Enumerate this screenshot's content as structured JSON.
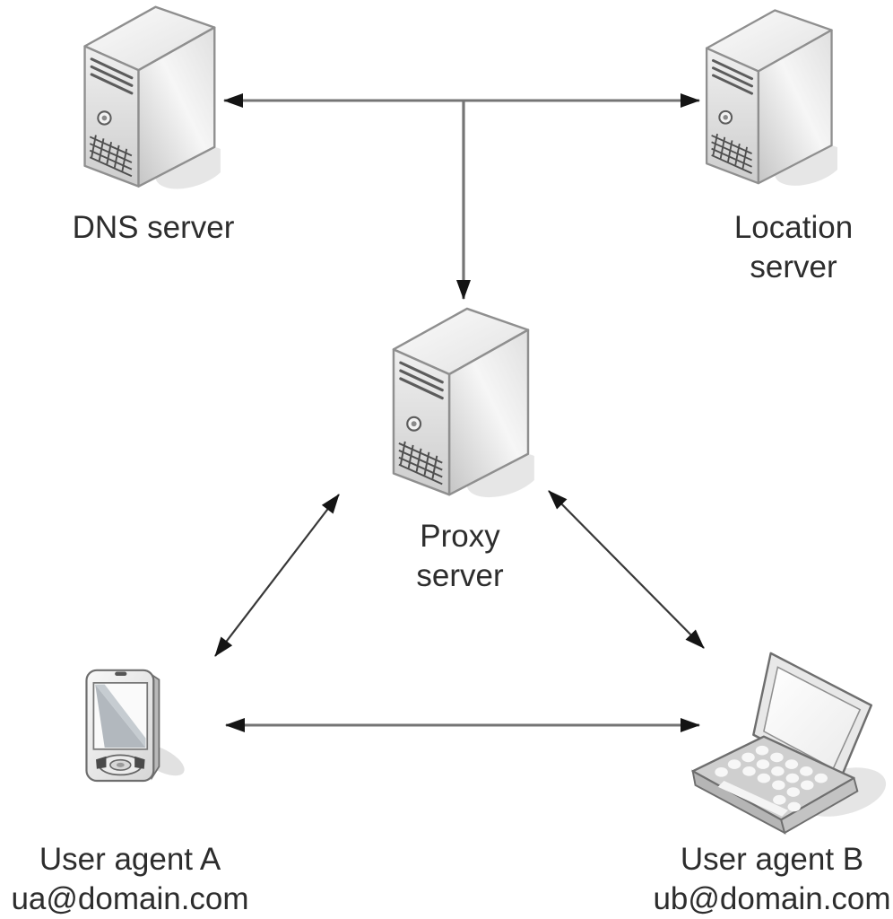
{
  "nodes": {
    "dns": {
      "label": "DNS server",
      "type": "server-tower"
    },
    "location": {
      "label_line1": "Location",
      "label_line2": "server",
      "type": "server-tower"
    },
    "proxy": {
      "label_line1": "Proxy",
      "label_line2": "server",
      "type": "server-tower"
    },
    "ua_a": {
      "label": "User agent A",
      "address": "ua@domain.com",
      "type": "pda-handheld"
    },
    "ua_b": {
      "label": "User agent B",
      "address": "ub@domain.com",
      "type": "laptop"
    }
  },
  "edges": [
    {
      "id": "dns-location-trunk",
      "endpoints": [
        "dns",
        "location"
      ],
      "shape": "horizontal-line-with-tee-junction",
      "arrowhead_at_dns": true,
      "arrowhead_at_location": true
    },
    {
      "id": "trunk-to-proxy",
      "endpoints": [
        "tee-junction",
        "proxy"
      ],
      "shape": "vertical-line",
      "arrowhead_at_proxy": true
    },
    {
      "id": "ua-a-to-proxy",
      "endpoints": [
        "ua_a",
        "proxy"
      ],
      "shape": "diagonal-line",
      "bidirectional": true
    },
    {
      "id": "proxy-to-ua-b",
      "endpoints": [
        "proxy",
        "ua_b"
      ],
      "shape": "diagonal-line",
      "bidirectional": true
    },
    {
      "id": "ua-a-to-ua-b",
      "endpoints": [
        "ua_a",
        "ua_b"
      ],
      "shape": "horizontal-line",
      "bidirectional": true
    }
  ],
  "colors": {
    "background": "#ffffff",
    "trunk_line": "#757575",
    "diagonal_line": "#383838",
    "arrowhead": "#141414",
    "text": "#2d2d2d"
  }
}
